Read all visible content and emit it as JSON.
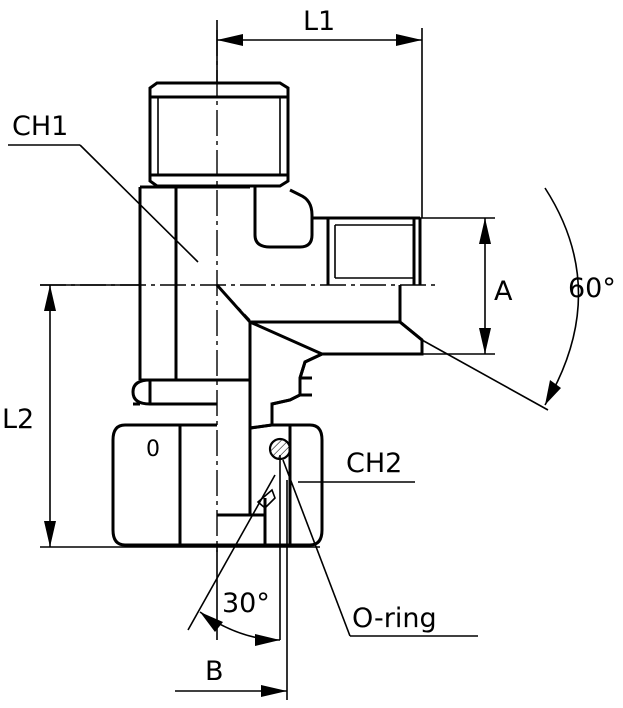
{
  "labels": {
    "l1": "L1",
    "l2": "L2",
    "ch1": "CH1",
    "ch2": "CH2",
    "a": "A",
    "b": "B",
    "angle_60": "60°",
    "angle_30": "30°",
    "oring": "O-ring",
    "nut_mark": "0"
  }
}
